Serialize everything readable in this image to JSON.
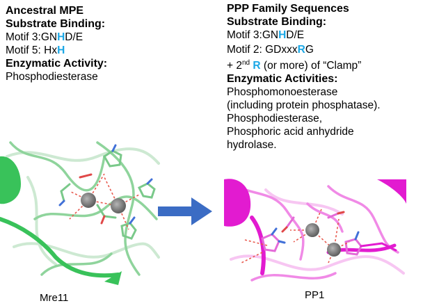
{
  "left": {
    "title_line1": "Ancestral MPE",
    "title_line2": "Substrate Binding:",
    "motif3": {
      "prefix": "Motif 3:GN",
      "highlight": "H",
      "suffix": "D/E"
    },
    "motif5": {
      "prefix": "Motif 5: Hx",
      "highlight": "H"
    },
    "activity_header": "Enzymatic Activity:",
    "activity": "Phosphodiesterase",
    "structure_label": "Mre11"
  },
  "right": {
    "title_line1": "PPP Family Sequences",
    "title_line2": "Substrate Binding:",
    "motif3": {
      "prefix": "Motif 3:GN",
      "highlight": "H",
      "suffix": "D/E"
    },
    "motif2": {
      "prefix": "Motif 2: GDxxx",
      "highlight": "R",
      "suffix": "G"
    },
    "clamp": {
      "prefix": "+ 2",
      "sup": "nd",
      "highlight": "R",
      "suffix": " (or more) of “Clamp”"
    },
    "activities_header": "Enzymatic Activities:",
    "activities": [
      "Phosphomonoesterase",
      "(including protein phosphatase).",
      "Phosphodiesterase,",
      "Phosphoric acid anhydride",
      "hydrolase."
    ],
    "structure_label": "PP1"
  },
  "colors": {
    "highlight": "#1aa7e6",
    "mre11_ribbon": "#39c25a",
    "mre11_loop": "#8fd49c",
    "pp1_ribbon": "#e21bd0",
    "pp1_loop": "#f08ae6",
    "metal_ion": "#7a7a7a",
    "arrow": "#3b6cc4",
    "hbond": "#e8574c"
  },
  "icons": {
    "arrow": "right-arrow-icon"
  }
}
